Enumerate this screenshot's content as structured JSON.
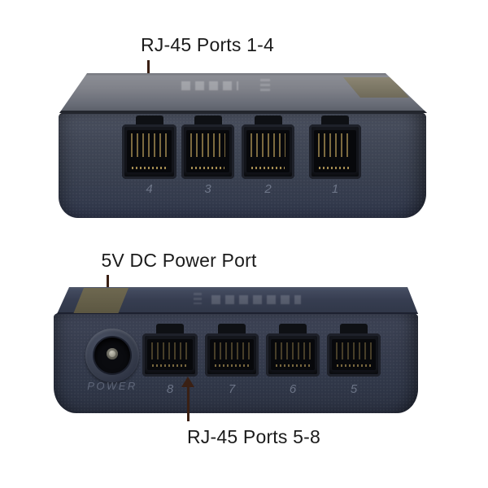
{
  "annotations": [
    {
      "label": "RJ-45 Ports 1-4",
      "arrow": "down"
    },
    {
      "label": "5V DC Power Port",
      "arrow": "down"
    },
    {
      "label": "RJ-45 Ports 5-8",
      "arrow": "up"
    }
  ],
  "device_rear": {
    "ports": [
      "4",
      "3",
      "2",
      "1"
    ]
  },
  "device_front": {
    "ports": [
      "8",
      "7",
      "6",
      "5"
    ],
    "power_label": "POWER"
  },
  "colors": {
    "background": "#ffffff",
    "annotation_text": "#1b1b1b",
    "arrow": "#3a2014",
    "body": "#3a4150",
    "body_shadow": "#2c3243",
    "top_face_light": "#85878e",
    "top_face_dark": "#343a4c",
    "port_black": "#14161c",
    "pin_gold": "#8a7747",
    "sticker_tan": "#7b755c",
    "embossed_text": "#9aa4b8"
  }
}
